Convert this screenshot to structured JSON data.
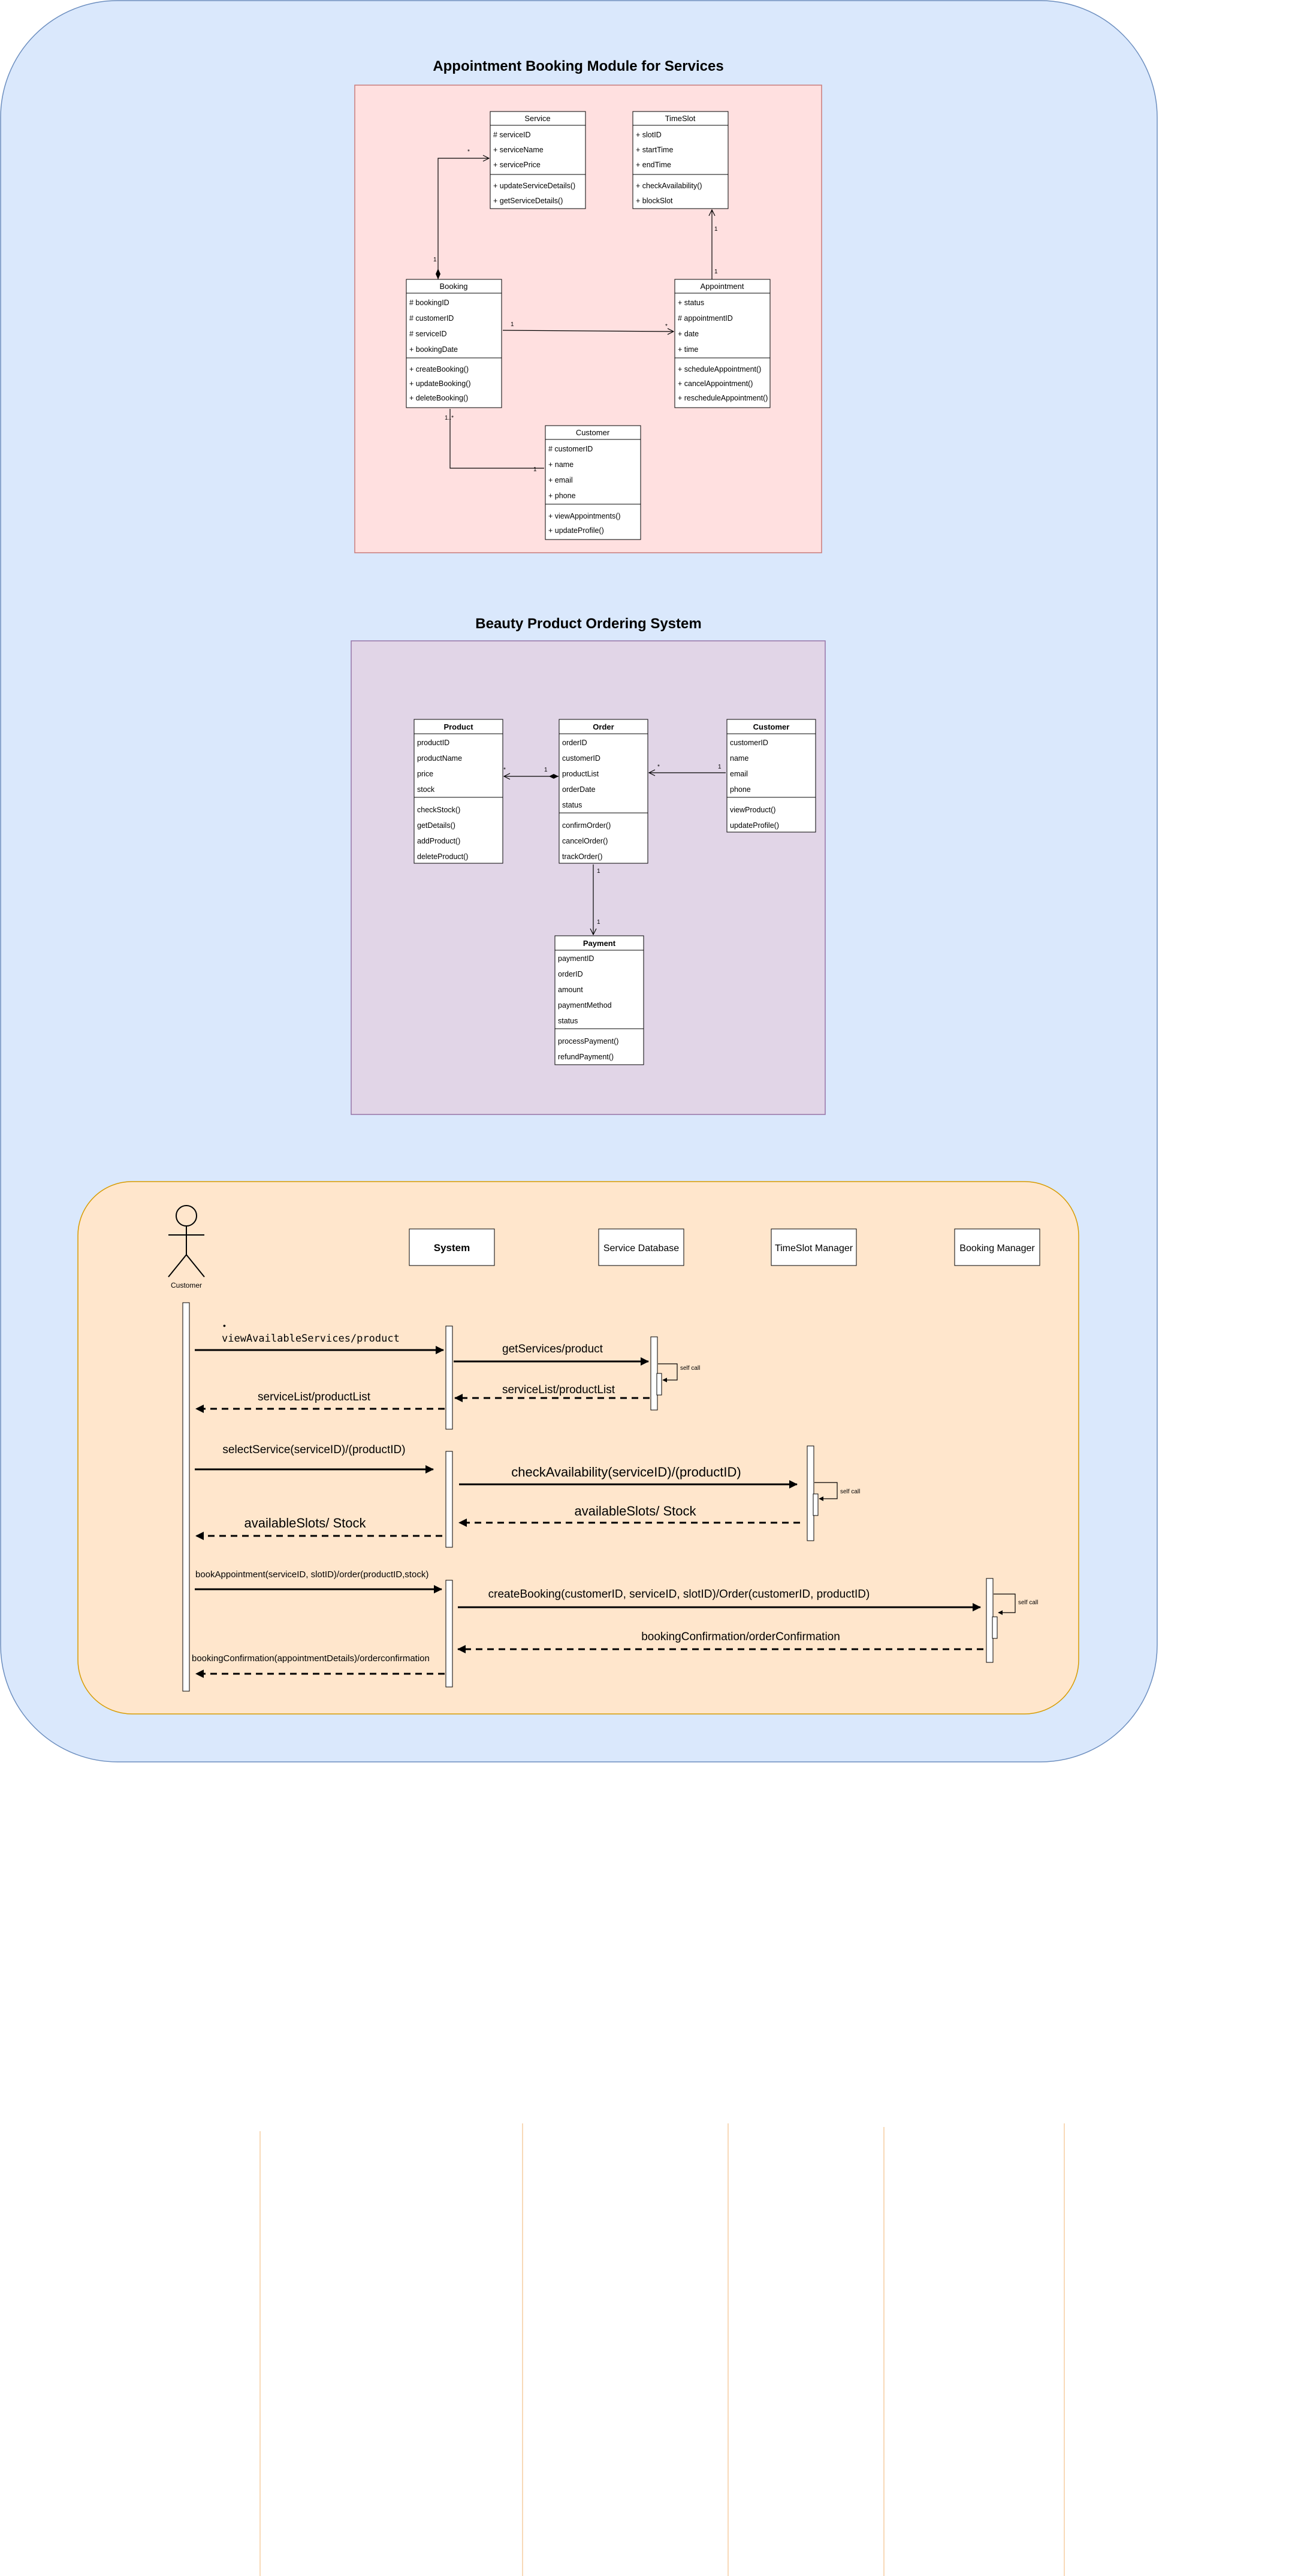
{
  "colors": {
    "outer_bg": "#dae8fc",
    "outer_border": "#6c8ebf",
    "booking_bg": "#ffe0e0",
    "booking_border": "#c97a7a",
    "beauty_bg": "#e1d5e7",
    "beauty_border": "#9673a6",
    "seq_bg": "#ffe6cc",
    "seq_border": "#d79b00",
    "lifeline": "#f4c089"
  },
  "booking_module": {
    "title": "Appointment Booking Module for Services",
    "classes": {
      "service": {
        "name": "Service",
        "attrs": [
          "# serviceID",
          "+ serviceName",
          "+ servicePrice"
        ],
        "methods": [
          "+ updateServiceDetails()",
          "+ getServiceDetails()"
        ]
      },
      "timeslot": {
        "name": "TimeSlot",
        "attrs": [
          "+ slotID",
          "+ startTime",
          "+ endTime"
        ],
        "methods": [
          "+ checkAvailability()",
          "+ blockSlot"
        ]
      },
      "booking": {
        "name": "Booking",
        "attrs": [
          "# bookingID",
          "# customerID",
          "# serviceID",
          "+ bookingDate"
        ],
        "methods": [
          "+ createBooking()",
          "+ updateBooking()",
          "+ deleteBooking()"
        ]
      },
      "appointment": {
        "name": "Appointment",
        "attrs": [
          "+ status",
          "# appointmentID",
          "+ date",
          "+ time"
        ],
        "methods": [
          "+ scheduleAppointment()",
          "+ cancelAppointment()",
          "+ rescheduleAppointment()"
        ]
      },
      "customer": {
        "name": "Customer",
        "attrs": [
          "# customerID",
          "+ name",
          "+ email",
          "+ phone"
        ],
        "methods": [
          "+ viewAppointments()",
          "+ updateProfile()"
        ]
      }
    },
    "mult": {
      "star": "*",
      "one": "1",
      "one_star": "1..*"
    }
  },
  "beauty_module": {
    "title": "Beauty Product Ordering System",
    "classes": {
      "product": {
        "name": "Product",
        "attrs": [
          "productID",
          "productName",
          "price",
          "stock"
        ],
        "methods": [
          "checkStock()",
          "getDetails()",
          "addProduct()",
          "deleteProduct()"
        ]
      },
      "order": {
        "name": "Order",
        "attrs": [
          "orderID",
          "customerID",
          "productList",
          "orderDate",
          "status"
        ],
        "methods": [
          "confirmOrder()",
          "cancelOrder()",
          "trackOrder()"
        ]
      },
      "customer": {
        "name": "Customer",
        "attrs": [
          "customerID",
          "name",
          "email",
          "phone"
        ],
        "methods": [
          "viewProduct()",
          "updateProfile()"
        ]
      },
      "payment": {
        "name": "Payment",
        "attrs": [
          "paymentID",
          "orderID",
          "amount",
          "paymentMethod",
          "status"
        ],
        "methods": [
          "processPayment()",
          "refundPayment()"
        ]
      }
    },
    "mult": {
      "star": "*",
      "one": "1"
    }
  },
  "sequence": {
    "actor": "Customer",
    "participants": {
      "system": "System",
      "service_db": "Service Database",
      "timeslot_mgr": "TimeSlot Manager",
      "booking_mgr": "Booking Manager"
    },
    "self_call": "self call",
    "messages": {
      "m1": "viewAvailableServices/product",
      "m2": "getServices/product",
      "m3": "serviceList/productList",
      "m4": "serviceList/productList",
      "m5": "selectService(serviceID)/(productID)",
      "m6": "checkAvailability(serviceID)/(productID)",
      "m7": "availableSlots/ Stock",
      "m8": "availableSlots/ Stock",
      "m9": "bookAppointment(serviceID, slotID)/order(productID,stock)",
      "m10": "createBooking(customerID, serviceID, slotID)/Order(customerID, productID)",
      "m11": "bookingConfirmation/orderConfirmation",
      "m12": "bookingConfirmation(appointmentDetails)/orderconfirmation"
    }
  }
}
